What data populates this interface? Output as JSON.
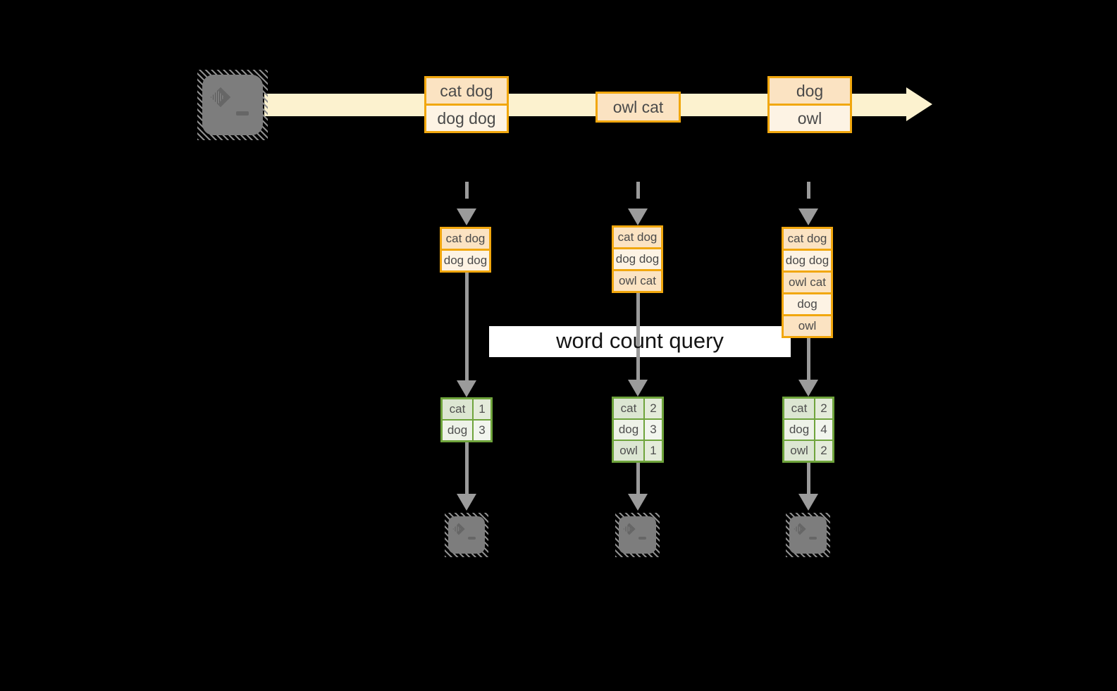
{
  "colors": {
    "background": "#000000",
    "stream_band": "#fcf2cf",
    "batch_border": "#f1a70e",
    "batch_fill_dark": "#fbe3c2",
    "batch_fill_light": "#fdf3e4",
    "arrow_gray": "#9a9a9a",
    "terminal_gray": "#7d7d7d",
    "table_border_green": "#6fa43c",
    "cell_green": "#dce6d2",
    "cell_green_light": "#eef2e8",
    "query_box_bg": "#ffffff"
  },
  "source": {
    "icon": "terminal"
  },
  "timeline": {
    "batches": [
      {
        "lines": [
          "cat dog",
          "dog dog"
        ]
      },
      {
        "lines": [
          "owl cat"
        ]
      },
      {
        "lines": [
          "dog",
          "owl"
        ]
      }
    ]
  },
  "query": {
    "label": "word count query"
  },
  "columns": [
    {
      "micro_batch": {
        "lines": [
          "cat dog",
          "dog dog"
        ]
      },
      "word_counts": [
        {
          "word": "cat",
          "count": "1"
        },
        {
          "word": "dog",
          "count": "3"
        }
      ]
    },
    {
      "micro_batch": {
        "lines": [
          "cat dog",
          "dog dog",
          "owl cat"
        ]
      },
      "word_counts": [
        {
          "word": "cat",
          "count": "2"
        },
        {
          "word": "dog",
          "count": "3"
        },
        {
          "word": "owl",
          "count": "1"
        }
      ]
    },
    {
      "micro_batch": {
        "lines": [
          "cat dog",
          "dog dog",
          "owl cat",
          "dog",
          "owl"
        ]
      },
      "word_counts": [
        {
          "word": "cat",
          "count": "2"
        },
        {
          "word": "dog",
          "count": "4"
        },
        {
          "word": "owl",
          "count": "2"
        }
      ]
    }
  ]
}
